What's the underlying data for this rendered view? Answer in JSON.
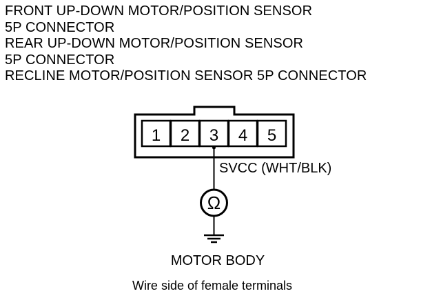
{
  "heading": {
    "lines": [
      "FRONT UP-DOWN MOTOR/POSITION SENSOR",
      "5P CONNECTOR",
      "REAR UP-DOWN MOTOR/POSITION SENSOR",
      "5P CONNECTOR",
      "RECLINE MOTOR/POSITION SENSOR 5P CONNECTOR"
    ]
  },
  "connector": {
    "terminals": [
      "1",
      "2",
      "3",
      "4",
      "5"
    ],
    "probed_terminal": "3"
  },
  "wire_label": "SVCC (WHT/BLK)",
  "meter_symbol": "Ω",
  "ground_label": "MOTOR BODY",
  "caption": "Wire side of female terminals"
}
